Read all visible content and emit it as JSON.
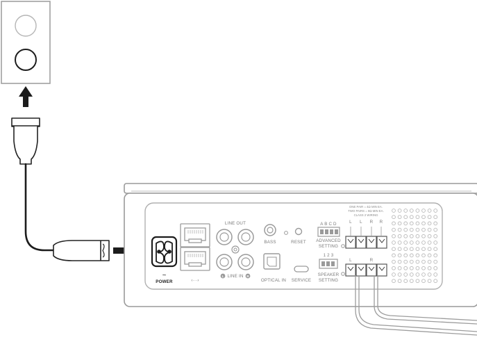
{
  "labels": {
    "line_out": "LINE OUT",
    "line_in_left": "L",
    "line_in": "LINE IN",
    "line_in_right": "R",
    "bass": "BASS",
    "reset": "RESET",
    "advanced_setting_1": "ADVANCED",
    "advanced_setting_2": "SETTING",
    "dip_abcd": "A B C D",
    "dip_123": "1 2 3",
    "speaker_setting_1": "SPEAKER",
    "speaker_setting_2": "SETTING",
    "optical_in": "OPTICAL IN",
    "service": "SERVICE",
    "power": "POWER",
    "power_symbol": "~",
    "network_symbol": "‹···›",
    "pairs_note_1": "ONE PAIR = 4Ω MIN EA.",
    "pairs_note_2": "TWO PAIRS = 8Ω MIN EA.",
    "pairs_note_3": "CLASS 2 WIRING",
    "terminal_top_1": "L",
    "terminal_top_2": "L",
    "terminal_top_3": "R",
    "terminal_top_4": "R",
    "terminal_bot_1": "L",
    "terminal_bot_2": "R"
  },
  "colors": {
    "outline": "#222222",
    "device": "#9a9a9a",
    "label": "#7a7a7a",
    "cable": "#9c9c9c"
  }
}
